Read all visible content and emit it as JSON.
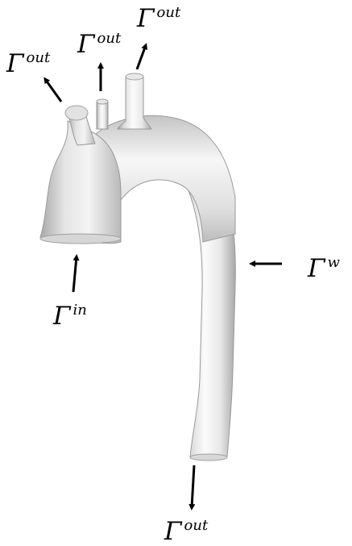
{
  "labels": {
    "outlet_top": {
      "symbol": "Γ",
      "superscript": "out"
    },
    "outlet_mid": {
      "symbol": "Γ",
      "superscript": "out"
    },
    "outlet_left": {
      "symbol": "Γ",
      "superscript": "out"
    },
    "inlet": {
      "symbol": "Γ",
      "superscript": "in"
    },
    "wall": {
      "symbol": "Γ",
      "superscript": "w"
    },
    "outlet_bottom": {
      "symbol": "Γ",
      "superscript": "out"
    }
  }
}
